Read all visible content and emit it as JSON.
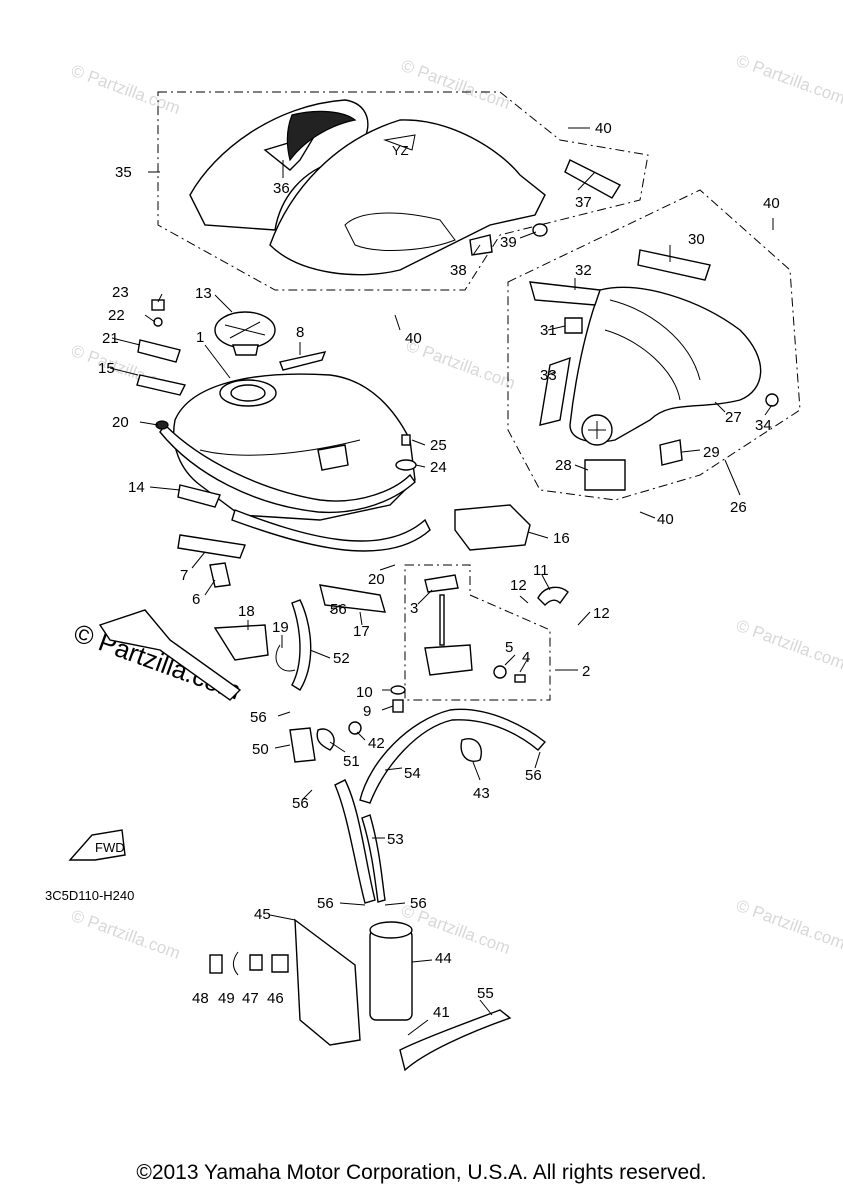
{
  "diagram": {
    "watermark": "© Partzilla.com",
    "diagram_code": "3C5D110-H240",
    "fwd_label": "FWD",
    "copyright": "©2013 Yamaha Motor Corporation, U.S.A. All rights reserved.",
    "callouts": {
      "c1": "1",
      "c2": "2",
      "c3": "3",
      "c4": "4",
      "c5": "5",
      "c6": "6",
      "c7": "7",
      "c8": "8",
      "c9": "9",
      "c10": "10",
      "c11": "11",
      "c12a": "12",
      "c12b": "12",
      "c13": "13",
      "c14": "14",
      "c15": "15",
      "c16": "16",
      "c17": "17",
      "c18": "18",
      "c19": "19",
      "c20a": "20",
      "c20b": "20",
      "c21": "21",
      "c22": "22",
      "c23": "23",
      "c24": "24",
      "c25": "25",
      "c26": "26",
      "c27": "27",
      "c28": "28",
      "c29": "29",
      "c30": "30",
      "c31": "31",
      "c32": "32",
      "c33": "33",
      "c34": "34",
      "c35": "35",
      "c36": "36",
      "c37": "37",
      "c38": "38",
      "c39": "39",
      "c40a": "40",
      "c40b": "40",
      "c40c": "40",
      "c40d": "40",
      "c41": "41",
      "c42": "42",
      "c43": "43",
      "c44": "44",
      "c45": "45",
      "c46": "46",
      "c47": "47",
      "c48": "48",
      "c49": "49",
      "c50": "50",
      "c51": "51",
      "c52": "52",
      "c53": "53",
      "c54": "54",
      "c55": "55",
      "c56a": "56",
      "c56b": "56",
      "c56c": "56",
      "c56d": "56",
      "c56e": "56",
      "c56f": "56"
    }
  }
}
